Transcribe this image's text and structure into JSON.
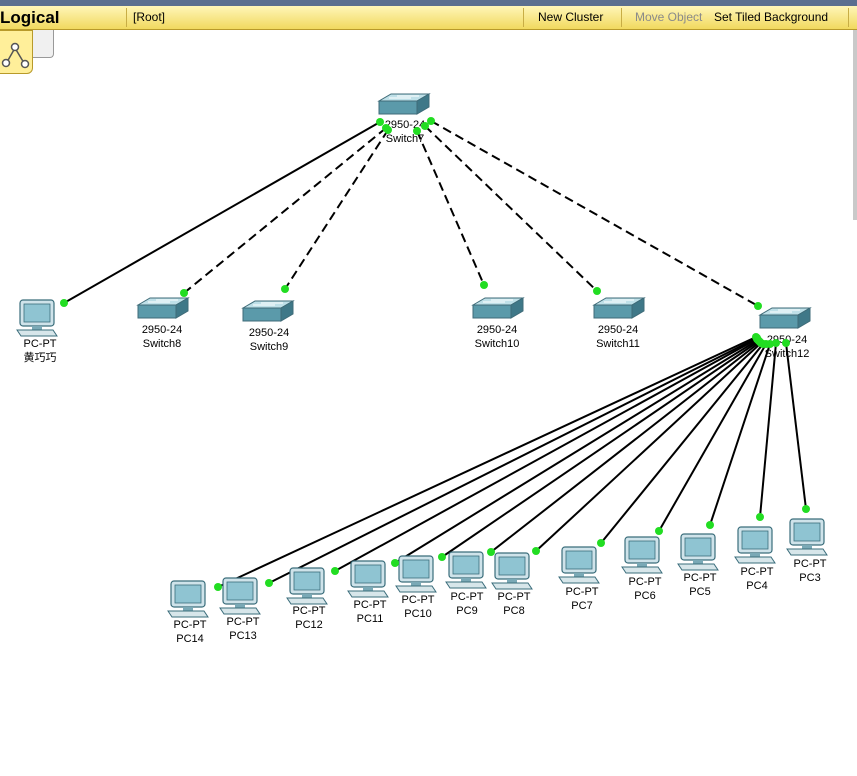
{
  "toolbar": {
    "view_title": "Logical",
    "location": "[Root]",
    "new_cluster": "New Cluster",
    "move_object": "Move Object",
    "set_tiled_background": "Set Tiled Background"
  },
  "colors": {
    "toolbar": "#f7e680",
    "link_light": "#22dd22",
    "device_body": "#5b9aaa"
  },
  "devices": [
    {
      "id": "switch7",
      "kind": "switch",
      "model": "2950-24",
      "name": "Switch7"
    },
    {
      "id": "pc-huang",
      "kind": "pc",
      "model": "PC-PT",
      "name": "黄巧巧"
    },
    {
      "id": "switch8",
      "kind": "switch",
      "model": "2950-24",
      "name": "Switch8"
    },
    {
      "id": "switch9",
      "kind": "switch",
      "model": "2950-24",
      "name": "Switch9"
    },
    {
      "id": "switch10",
      "kind": "switch",
      "model": "2950-24",
      "name": "Switch10"
    },
    {
      "id": "switch11",
      "kind": "switch",
      "model": "2950-24",
      "name": "Switch11"
    },
    {
      "id": "switch12",
      "kind": "switch",
      "model": "2950-24",
      "name": "Switch12"
    },
    {
      "id": "pc14",
      "kind": "pc",
      "model": "PC-PT",
      "name": "PC14"
    },
    {
      "id": "pc13",
      "kind": "pc",
      "model": "PC-PT",
      "name": "PC13"
    },
    {
      "id": "pc12",
      "kind": "pc",
      "model": "PC-PT",
      "name": "PC12"
    },
    {
      "id": "pc11",
      "kind": "pc",
      "model": "PC-PT",
      "name": "PC11"
    },
    {
      "id": "pc10",
      "kind": "pc",
      "model": "PC-PT",
      "name": "PC10"
    },
    {
      "id": "pc9",
      "kind": "pc",
      "model": "PC-PT",
      "name": "PC9"
    },
    {
      "id": "pc8",
      "kind": "pc",
      "model": "PC-PT",
      "name": "PC8"
    },
    {
      "id": "pc7",
      "kind": "pc",
      "model": "PC-PT",
      "name": "PC7"
    },
    {
      "id": "pc6",
      "kind": "pc",
      "model": "PC-PT",
      "name": "PC6"
    },
    {
      "id": "pc5",
      "kind": "pc",
      "model": "PC-PT",
      "name": "PC5"
    },
    {
      "id": "pc4",
      "kind": "pc",
      "model": "PC-PT",
      "name": "PC4"
    },
    {
      "id": "pc3",
      "kind": "pc",
      "model": "PC-PT",
      "name": "PC3"
    }
  ],
  "links": [
    {
      "from": "switch7",
      "to": "pc-huang",
      "style": "solid"
    },
    {
      "from": "switch7",
      "to": "switch8",
      "style": "dashed"
    },
    {
      "from": "switch7",
      "to": "switch9",
      "style": "dashed"
    },
    {
      "from": "switch7",
      "to": "switch10",
      "style": "dashed"
    },
    {
      "from": "switch7",
      "to": "switch11",
      "style": "dashed"
    },
    {
      "from": "switch7",
      "to": "switch12",
      "style": "dashed"
    },
    {
      "from": "switch12",
      "to": "pc14",
      "style": "solid"
    },
    {
      "from": "switch12",
      "to": "pc13",
      "style": "solid"
    },
    {
      "from": "switch12",
      "to": "pc12",
      "style": "solid"
    },
    {
      "from": "switch12",
      "to": "pc11",
      "style": "solid"
    },
    {
      "from": "switch12",
      "to": "pc10",
      "style": "solid"
    },
    {
      "from": "switch12",
      "to": "pc9",
      "style": "solid"
    },
    {
      "from": "switch12",
      "to": "pc8",
      "style": "solid"
    },
    {
      "from": "switch12",
      "to": "pc7",
      "style": "solid"
    },
    {
      "from": "switch12",
      "to": "pc6",
      "style": "solid"
    },
    {
      "from": "switch12",
      "to": "pc5",
      "style": "solid"
    },
    {
      "from": "switch12",
      "to": "pc4",
      "style": "solid"
    },
    {
      "from": "switch12",
      "to": "pc3",
      "style": "solid"
    }
  ]
}
